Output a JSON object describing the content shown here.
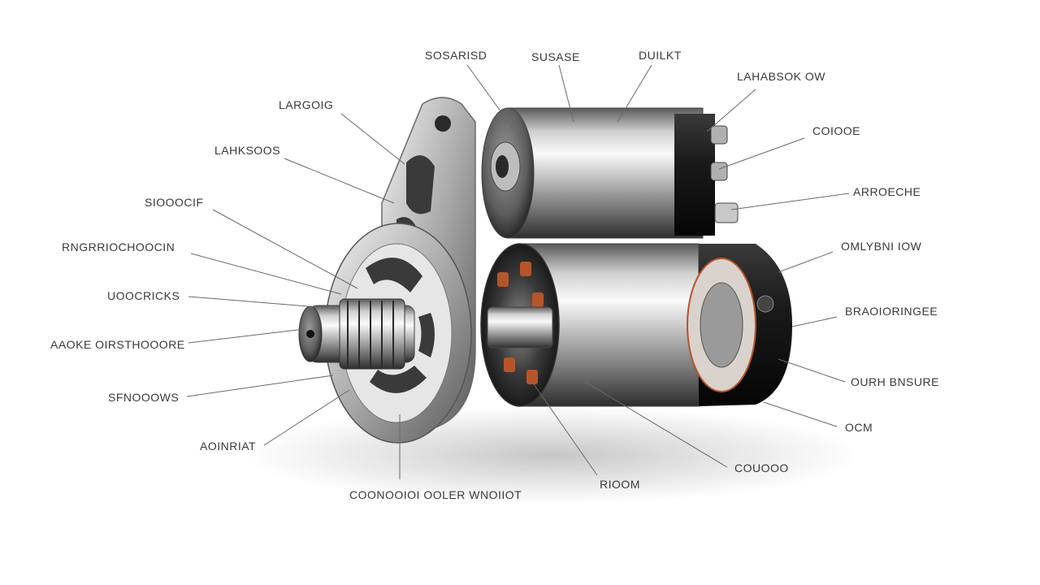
{
  "labels": {
    "top_1": "SOSARISD",
    "top_2": "SUSASE",
    "top_3": "DUILKT",
    "top_right": "LAHABSOK OW",
    "right_1": "COIOOE",
    "right_2": "ARROECHE",
    "right_3": "OMLYBNI IOW",
    "right_4": "BRAOIORINGEE",
    "right_5": "OURH BNSURE",
    "right_6": "OCM",
    "bottom_right": "COUOOO",
    "bottom_mid": "RIOOM",
    "bottom_left": "COONOOIOI OOLER WNOIIOT",
    "left_1": "LARGOIG",
    "left_2": "LAHKSOOS",
    "left_3": "SIOOOCIF",
    "left_4": "RNGRRIOCHOOCIN",
    "left_5": "UOOCRICKS",
    "left_6": "AAOKE OIRSTHOOORE",
    "left_7": "SFNOOOWS",
    "left_8": "AOINRIAT"
  },
  "colors": {
    "steel_light": "#eeeeee",
    "steel_mid": "#a8a8a8",
    "steel_dark": "#4a4a4a",
    "black_cap": "#161616",
    "copper": "#b5552a",
    "leader": "#6a6a6a",
    "text": "#3a3a3a"
  }
}
